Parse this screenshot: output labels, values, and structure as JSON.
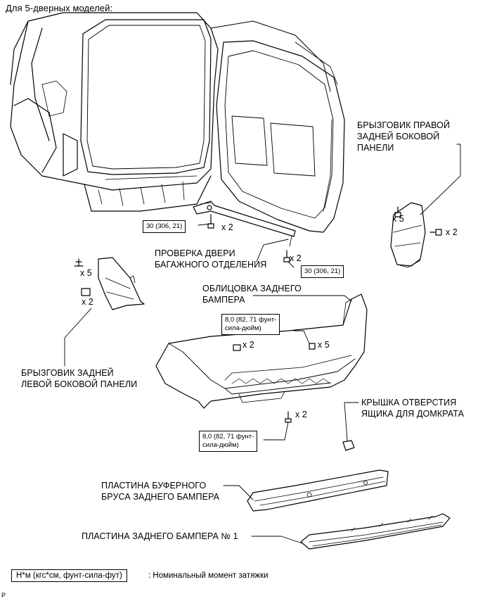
{
  "heading": "Для 5-дверных моделей:",
  "labels": {
    "right_mudguard": [
      "БРЫЗГОВИК ПРАВОЙ",
      "ЗАДНЕЙ БОКОВОЙ",
      "ПАНЕЛИ"
    ],
    "door_stay": [
      "ПРОВЕРКА ДВЕРИ",
      "БАГАЖНОГО ОТДЕЛЕНИЯ"
    ],
    "bumper_cover": [
      "ОБЛИЦОВКА ЗАДНЕГО",
      "БАМПЕРА"
    ],
    "left_mudguard": [
      "БРЫЗГОВИК ЗАДНЕЙ",
      "ЛЕВОЙ БОКОВОЙ ПАНЕЛИ"
    ],
    "jack_cover": [
      "КРЫШКА ОТВЕРСТИЯ",
      "ЯЩИКА ДЛЯ ДОМКРАТА"
    ],
    "bumper_bar_plate": [
      "ПЛАСТИНА БУФЕРНОГО",
      "БРУСА ЗАДНЕГО БАМПЕРА"
    ],
    "bumper_plate_1": "ПЛАСТИНА ЗАДНЕГО БАМПЕРА № 1"
  },
  "torques": {
    "stay_left": "30 (306, 21)",
    "stay_right": "30 (306, 21)",
    "bumper_top": [
      "8,0 (82, 71 фунт-",
      "сила-дюйм)"
    ],
    "bumper_bottom": [
      "8,0 (82, 71 фунт-",
      "сила-дюйм)"
    ]
  },
  "quantities": {
    "stay_left": "x 2",
    "stay_right": "x 2",
    "right_mud_a": "x 5",
    "right_mud_b": "x 2",
    "left_mud_a": "x 5",
    "left_mud_b": "x 2",
    "bumper_clip": "x 2",
    "bumper_bolt": "x 5",
    "bumper_bottom": "x 2"
  },
  "legend": {
    "box": "Н*м (кгс*см, фунт-сила-фут)",
    "text": ": Номинальный момент затяжки"
  },
  "corner_mark": "P"
}
